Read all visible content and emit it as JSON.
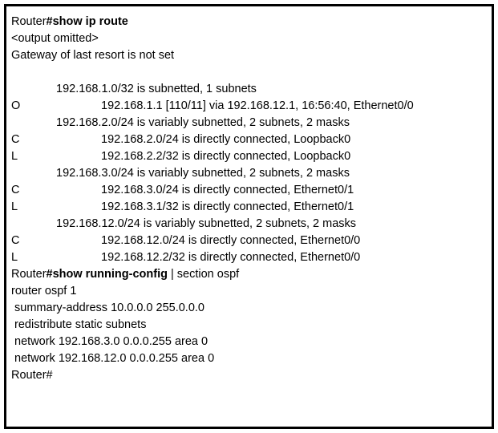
{
  "terminal": {
    "device_prompt": "Router",
    "lines": [
      {
        "type": "command",
        "prompt": "Router",
        "command": "#show ip route",
        "suffix": ""
      },
      {
        "type": "text",
        "text": "<output omitted>"
      },
      {
        "type": "text",
        "text": "Gateway of last resort is not set"
      },
      {
        "type": "blank",
        "text": ""
      },
      {
        "type": "subnet-header",
        "text": "192.168.1.0/32 is subnetted, 1 subnets"
      },
      {
        "type": "route",
        "code": "O",
        "text": "192.168.1.1 [110/11] via 192.168.12.1, 16:56:40, Ethernet0/0"
      },
      {
        "type": "subnet-header",
        "text": "192.168.2.0/24 is variably subnetted, 2 subnets, 2 masks"
      },
      {
        "type": "route",
        "code": "C",
        "text": "192.168.2.0/24 is directly connected, Loopback0"
      },
      {
        "type": "route",
        "code": "L",
        "text": "192.168.2.2/32 is directly connected, Loopback0"
      },
      {
        "type": "subnet-header",
        "text": "192.168.3.0/24 is variably subnetted, 2 subnets, 2 masks"
      },
      {
        "type": "route",
        "code": "C",
        "text": "192.168.3.0/24 is directly connected, Ethernet0/1"
      },
      {
        "type": "route",
        "code": "L",
        "text": "192.168.3.1/32 is directly connected, Ethernet0/1"
      },
      {
        "type": "subnet-header",
        "text": "192.168.12.0/24 is variably subnetted, 2 subnets, 2 masks"
      },
      {
        "type": "route",
        "code": "C",
        "text": "192.168.12.0/24 is directly connected, Ethernet0/0"
      },
      {
        "type": "route",
        "code": "L",
        "text": "192.168.12.2/32 is directly connected, Ethernet0/0"
      },
      {
        "type": "command",
        "prompt": "Router",
        "command": "#show running-config",
        "suffix": " | section ospf"
      },
      {
        "type": "text",
        "text": "router ospf 1"
      },
      {
        "type": "text",
        "text": " summary-address 10.0.0.0 255.0.0.0"
      },
      {
        "type": "text",
        "text": " redistribute static subnets"
      },
      {
        "type": "text",
        "text": " network 192.168.3.0 0.0.0.255 area 0"
      },
      {
        "type": "text",
        "text": " network 192.168.12.0 0.0.0.255 area 0"
      },
      {
        "type": "text",
        "text": "Router#"
      }
    ]
  },
  "style": {
    "border_color": "#000000",
    "background_color": "#ffffff",
    "text_color": "#000000"
  }
}
